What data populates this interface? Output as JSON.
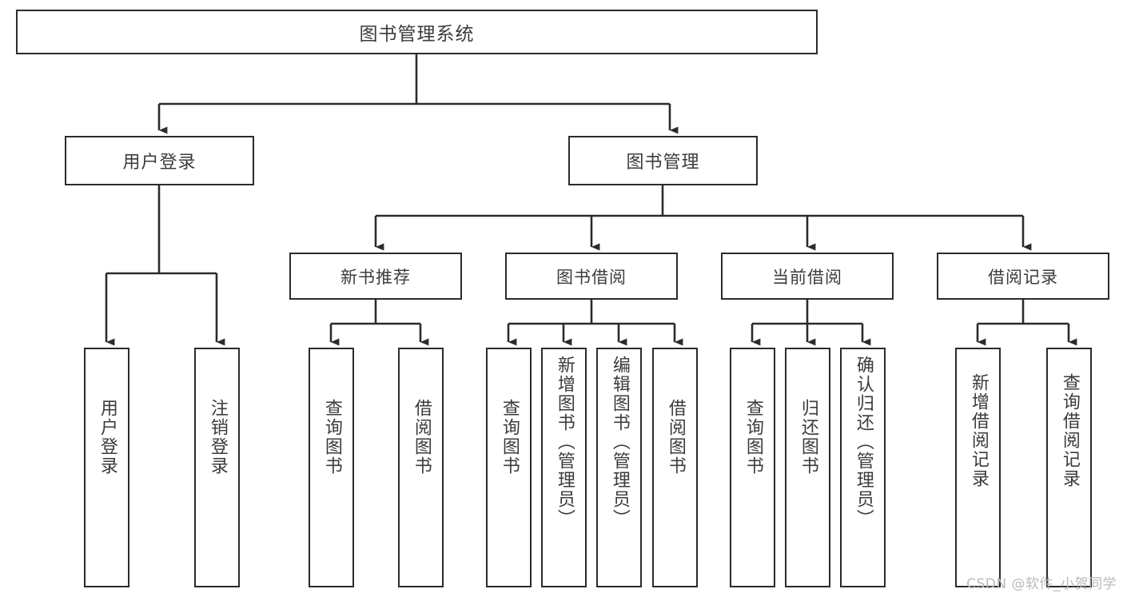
{
  "diagram": {
    "title": "图书管理系统",
    "type": "function-hierarchy-tree",
    "root": {
      "label": "图书管理系统"
    },
    "level2": [
      {
        "label": "用户登录"
      },
      {
        "label": "图书管理"
      }
    ],
    "level3": [
      {
        "label": "新书推荐"
      },
      {
        "label": "图书借阅"
      },
      {
        "label": "当前借阅"
      },
      {
        "label": "借阅记录"
      }
    ],
    "leaves": {
      "user_login": [
        {
          "label": "用户登录"
        },
        {
          "label": "注销登录"
        }
      ],
      "new_book_recommend": [
        {
          "label": "查询图书"
        },
        {
          "label": "借阅图书"
        }
      ],
      "book_borrow": [
        {
          "label": "查询图书"
        },
        {
          "label": "新增图书（管理员）"
        },
        {
          "label": "编辑图书（管理员）"
        },
        {
          "label": "借阅图书"
        }
      ],
      "current_borrow": [
        {
          "label": "查询图书"
        },
        {
          "label": "归还图书"
        },
        {
          "label": "确认归还（管理员）"
        }
      ],
      "borrow_record": [
        {
          "label": "新增借阅记录"
        },
        {
          "label": "查询借阅记录"
        }
      ]
    }
  },
  "watermark": {
    "text": "CSDN @软件_小贺同学"
  },
  "colors": {
    "box_border": "#2b2b2b",
    "box_fill": "#ffffff",
    "text": "#3b3b3b",
    "line": "#2b2b2b",
    "watermark": "#b9b9b9"
  }
}
